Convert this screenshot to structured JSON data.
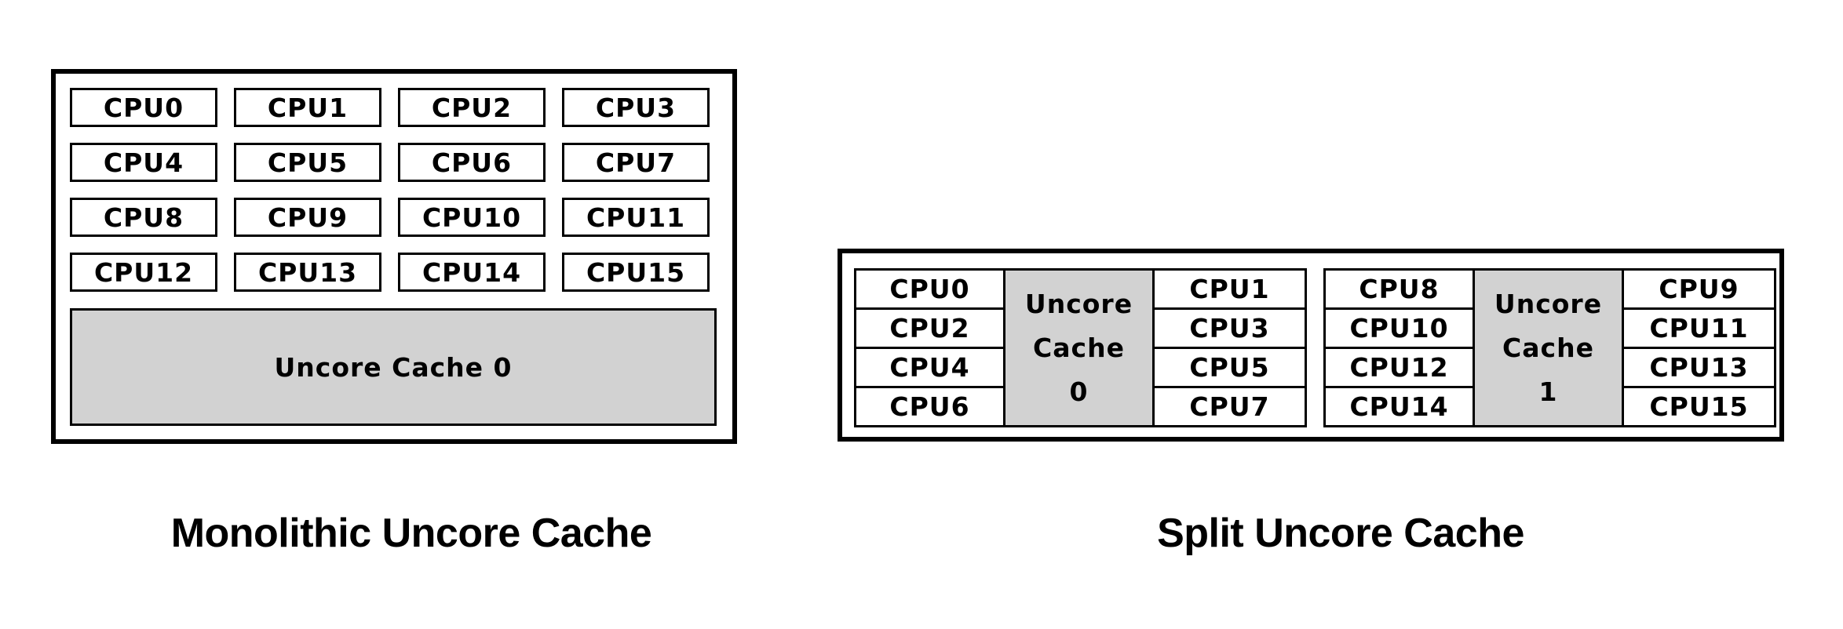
{
  "monolithic": {
    "caption": "Monolithic Uncore Cache",
    "cpus": [
      "CPU0",
      "CPU1",
      "CPU2",
      "CPU3",
      "CPU4",
      "CPU5",
      "CPU6",
      "CPU7",
      "CPU8",
      "CPU9",
      "CPU10",
      "CPU11",
      "CPU12",
      "CPU13",
      "CPU14",
      "CPU15"
    ],
    "cache_label": "Uncore Cache 0"
  },
  "split": {
    "caption": "Split Uncore Cache",
    "groups": [
      {
        "left_cpus": [
          "CPU0",
          "CPU2",
          "CPU4",
          "CPU6"
        ],
        "cache_lines": [
          "Uncore",
          "Cache",
          "0"
        ],
        "right_cpus": [
          "CPU1",
          "CPU3",
          "CPU5",
          "CPU7"
        ]
      },
      {
        "left_cpus": [
          "CPU8",
          "CPU10",
          "CPU12",
          "CPU14"
        ],
        "cache_lines": [
          "Uncore",
          "Cache",
          "1"
        ],
        "right_cpus": [
          "CPU9",
          "CPU11",
          "CPU13",
          "CPU15"
        ]
      }
    ]
  },
  "colors": {
    "cache_fill": "#d2d2d2",
    "border": "#000000",
    "background": "#ffffff"
  }
}
